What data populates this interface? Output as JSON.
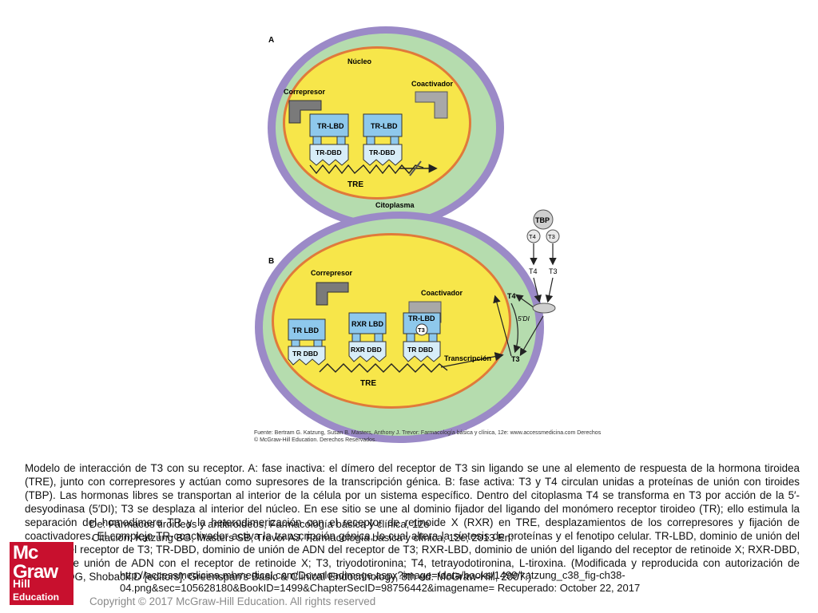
{
  "diagram": {
    "panel_a": {
      "letter": "A",
      "nucleus": "Núcleo",
      "corepressor": "Correpresor",
      "coactivator": "Coactivador",
      "lbd_left": "TR-LBD",
      "lbd_right": "TR-LBD",
      "dbd_left": "TR-DBD",
      "dbd_right": "TR-DBD",
      "tre": "TRE",
      "cytoplasm": "Citoplasma"
    },
    "panel_b": {
      "letter": "B",
      "corepressor": "Correpresor",
      "coactivator": "Coactivador",
      "tr_lbd": "TR LBD",
      "tr_dbd": "TR DBD",
      "rxr_lbd": "RXR LBD",
      "rxr_dbd": "RXR DBD",
      "tr_lbd_active": "TR-LBD",
      "tr_dbd_active": "TR DBD",
      "t3_bound": "T3",
      "transcription": "Transcripción",
      "tre": "TRE",
      "t4_in": "T4",
      "deiodinase": "5'DI",
      "t3_in": "T3"
    },
    "outside": {
      "tbp": "TBP",
      "t4_circle": "T4",
      "t3_circle": "T3",
      "t4_free": "T4",
      "t3_free": "T3"
    }
  },
  "source_note": "Fuente: Bertram G. Katzung, Susan B. Masters, Anthony J. Trevor: Farmacología básica y clínica, 12e: www.accessmedicina.com Derechos © McGraw-Hill Education. Derechos Reservados.",
  "caption": "Modelo de interacción de T3 con su receptor. A: fase inactiva: el dímero del receptor de T3 sin ligando se une al elemento de respuesta de la hormona tiroidea (TRE), junto con correpresores y actúan como supresores de la transcripción génica. B: fase activa: T3 y T4 circulan unidas a proteínas de unión con tiroides (TBP). Las hormonas libres se transportan al interior de la célula por un sistema específico. Dentro del citoplasma T4 se transforma en T3 por acción de la 5′-desyodinasa (5′DI); T3 se desplaza al interior del núcleo. En ese sitio se une al dominio fijador del ligando del monómero receptor tiroideo (TR); ello estimula la separación del homodímero TR y la heterodimerización con el receptor de retinoide X (RXR) en TRE, desplazamientos de los correpresores y fijación de coactivadores. El complejo TR-coactivador activa la transcripción génica, lo cual altera la síntesis de proteínas y el fenotipo celular. TR-LBD, dominio de unión del ligando del receptor de T3; TR-DBD, dominio de unión de ADN del receptor de T3; RXR-LBD, dominio de unión del ligando del receptor de retinoide X; RXR-DBD, dominio de unión de ADN con el receptor de retinoide X; T3, triyodotironina; T4, tetrayodotironina, L-tiroxina. (Modificada y reproducida con autorización de Gardner DG, Shoback D [editors]: Greenspan's Basic & Clinical Endocrinology, 8th ed. McGraw-Hill, 2007.)",
  "overlay": {
    "line1": "De: Fármacos tiroideos y antitiroideos, Farmacología básica y clínica, 12e",
    "line2": "Citación: Katzung BG, Masters SB, Trevor AJ. Farmacología básica y clínica, 12e; 2013 En:",
    "line3": "http://accessmedicina.mhmedical.com/Downloadimage.aspx?image=/data/books/1499/katzung_c38_fig-ch38-",
    "line4": "04.png&sec=105628180&BookID=1499&ChapterSecID=98756442&imagename= Recuperado: October 22, 2017",
    "copyright": "Copyright © 2017 McGraw-Hill Education. All rights reserved"
  },
  "logo": {
    "line1": "Mc",
    "line2": "Graw",
    "line3": "Hill",
    "line4": "Education"
  },
  "colors": {
    "membrane": "#9b8ac7",
    "cytoplasm": "#b5dcae",
    "nucleus": "#f7e64a",
    "nuclear_envelope": "#e07a3a",
    "receptor": "#8ec8ec",
    "corepressor": "#7a7a7a",
    "coactivator": "#a8a8a8",
    "logo": "#c8102e"
  }
}
